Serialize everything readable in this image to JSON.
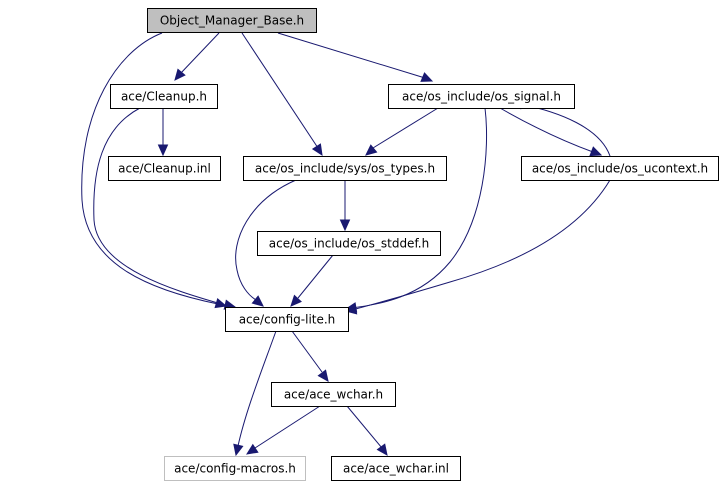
{
  "graph": {
    "edge_color": "#191970",
    "root_fill": "#bfbfbf",
    "missing_border": "#bfbfbf",
    "nodes": [
      {
        "id": "omb",
        "label": "Object_Manager_Base.h",
        "style": "root"
      },
      {
        "id": "cleanup_h",
        "label": "ace/Cleanup.h",
        "style": "normal"
      },
      {
        "id": "signal_h",
        "label": "ace/os_include/os_signal.h",
        "style": "normal"
      },
      {
        "id": "cleanup_inl",
        "label": "ace/Cleanup.inl",
        "style": "normal"
      },
      {
        "id": "types_h",
        "label": "ace/os_include/sys/os_types.h",
        "style": "normal"
      },
      {
        "id": "ucontext_h",
        "label": "ace/os_include/os_ucontext.h",
        "style": "normal"
      },
      {
        "id": "stddef_h",
        "label": "ace/os_include/os_stddef.h",
        "style": "normal"
      },
      {
        "id": "config_lite",
        "label": "ace/config-lite.h",
        "style": "normal"
      },
      {
        "id": "wchar_h",
        "label": "ace/ace_wchar.h",
        "style": "normal"
      },
      {
        "id": "config_macros",
        "label": "ace/config-macros.h",
        "style": "missing"
      },
      {
        "id": "wchar_inl",
        "label": "ace/ace_wchar.inl",
        "style": "normal"
      }
    ],
    "edges": [
      {
        "from": "omb",
        "to": "cleanup_h"
      },
      {
        "from": "omb",
        "to": "signal_h"
      },
      {
        "from": "omb",
        "to": "types_h"
      },
      {
        "from": "omb",
        "to": "config_lite"
      },
      {
        "from": "cleanup_h",
        "to": "cleanup_inl"
      },
      {
        "from": "cleanup_h",
        "to": "config_lite"
      },
      {
        "from": "signal_h",
        "to": "types_h"
      },
      {
        "from": "signal_h",
        "to": "ucontext_h"
      },
      {
        "from": "signal_h",
        "to": "config_lite"
      },
      {
        "from": "ucontext_h",
        "to": "signal_h"
      },
      {
        "from": "ucontext_h",
        "to": "config_lite"
      },
      {
        "from": "types_h",
        "to": "stddef_h"
      },
      {
        "from": "types_h",
        "to": "config_lite"
      },
      {
        "from": "stddef_h",
        "to": "config_lite"
      },
      {
        "from": "config_lite",
        "to": "wchar_h"
      },
      {
        "from": "config_lite",
        "to": "config_macros"
      },
      {
        "from": "wchar_h",
        "to": "config_macros"
      },
      {
        "from": "wchar_h",
        "to": "wchar_inl"
      }
    ]
  }
}
